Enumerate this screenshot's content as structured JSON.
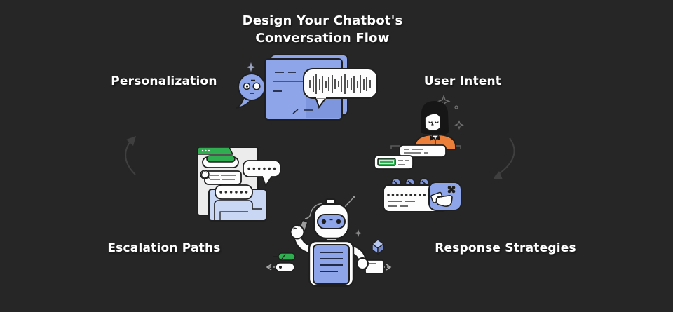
{
  "title": {
    "line1": "Design Your Chatbot's",
    "line2": "Conversation Flow"
  },
  "labels": {
    "personalization": "Personalization",
    "user_intent": "User Intent",
    "escalation_paths": "Escalation Paths",
    "response_strategies": "Response Strategies"
  },
  "colors": {
    "background": "#262626",
    "text": "#ffffff",
    "ink": "#1f1f1f",
    "blue": "#8ea6e9",
    "blue_deep": "#7e96de",
    "blue_pale": "#c9d7f4",
    "green": "#2fad50",
    "orange": "#ec7f3a",
    "panel_gray": "#ececec",
    "arrow": "#3f3f3f",
    "white": "#fdfdfd"
  },
  "icons": {
    "chat_bubble_face": "chat-bubble-face-icon",
    "voice_waveform": "voice-waveform-icon",
    "document": "document-icon",
    "sparkle": "sparkle-icon",
    "user_avatar": "user-avatar-icon",
    "speech_bubble": "speech-bubble-icon",
    "chat_window": "chat-window-icon",
    "reply_arrow": "reply-arrow-icon",
    "typing_panel": "typing-panel-icon",
    "pinned_options_card": "pinned-options-card-icon",
    "click_hand": "click-hand-icon",
    "robot": "robot-icon",
    "cube": "cube-icon",
    "green_module": "green-module-icon",
    "curved_arrow_left": "curved-arrow-left-icon",
    "curved_arrow_right": "curved-arrow-right-icon"
  }
}
